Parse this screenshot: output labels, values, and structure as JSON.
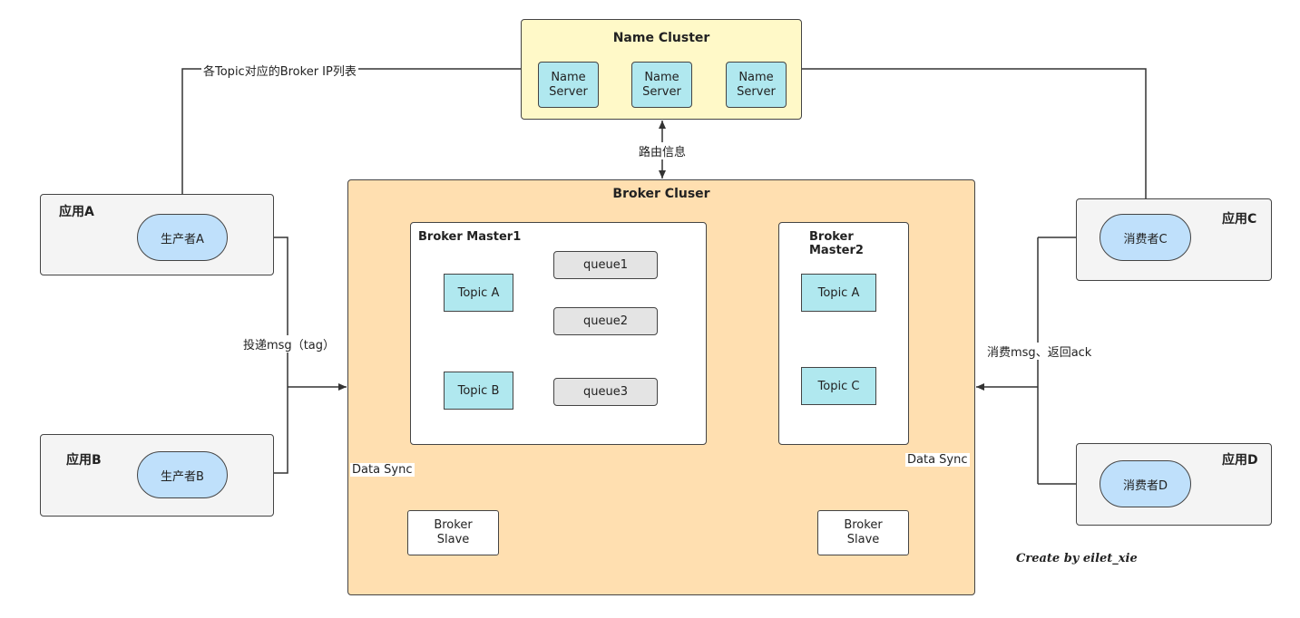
{
  "name_cluster": {
    "title": "Name Cluster",
    "servers": [
      {
        "line1": "Name",
        "line2": "Server"
      },
      {
        "line1": "Name",
        "line2": "Server"
      },
      {
        "line1": "Name",
        "line2": "Server"
      }
    ]
  },
  "apps": {
    "a": {
      "title": "应用A",
      "role": "生产者A"
    },
    "b": {
      "title": "应用B",
      "role": "生产者B"
    },
    "c": {
      "title": "应用C",
      "role": "消费者C"
    },
    "d": {
      "title": "应用D",
      "role": "消费者D"
    }
  },
  "broker_cluster": {
    "title": "Broker Cluser",
    "master1": {
      "title": "Broker Master1",
      "topics": [
        "Topic A",
        "Topic B"
      ],
      "queues": [
        "queue1",
        "queue2",
        "queue3"
      ]
    },
    "master2": {
      "title": "Broker Master2",
      "topics": [
        "Topic A",
        "Topic C"
      ]
    },
    "slave1": {
      "line1": "Broker",
      "line2": "Slave"
    },
    "slave2": {
      "line1": "Broker",
      "line2": "Slave"
    }
  },
  "labels": {
    "broker_ip_list": "各Topic对应的Broker IP列表",
    "routing_info": "路由信息",
    "deliver_msg": "投递msg（tag）",
    "consume_msg": "消费msg、返回ack",
    "data_sync_1": "Data Sync",
    "data_sync_2": "Data Sync"
  },
  "credit": "Create by eilet_xie"
}
